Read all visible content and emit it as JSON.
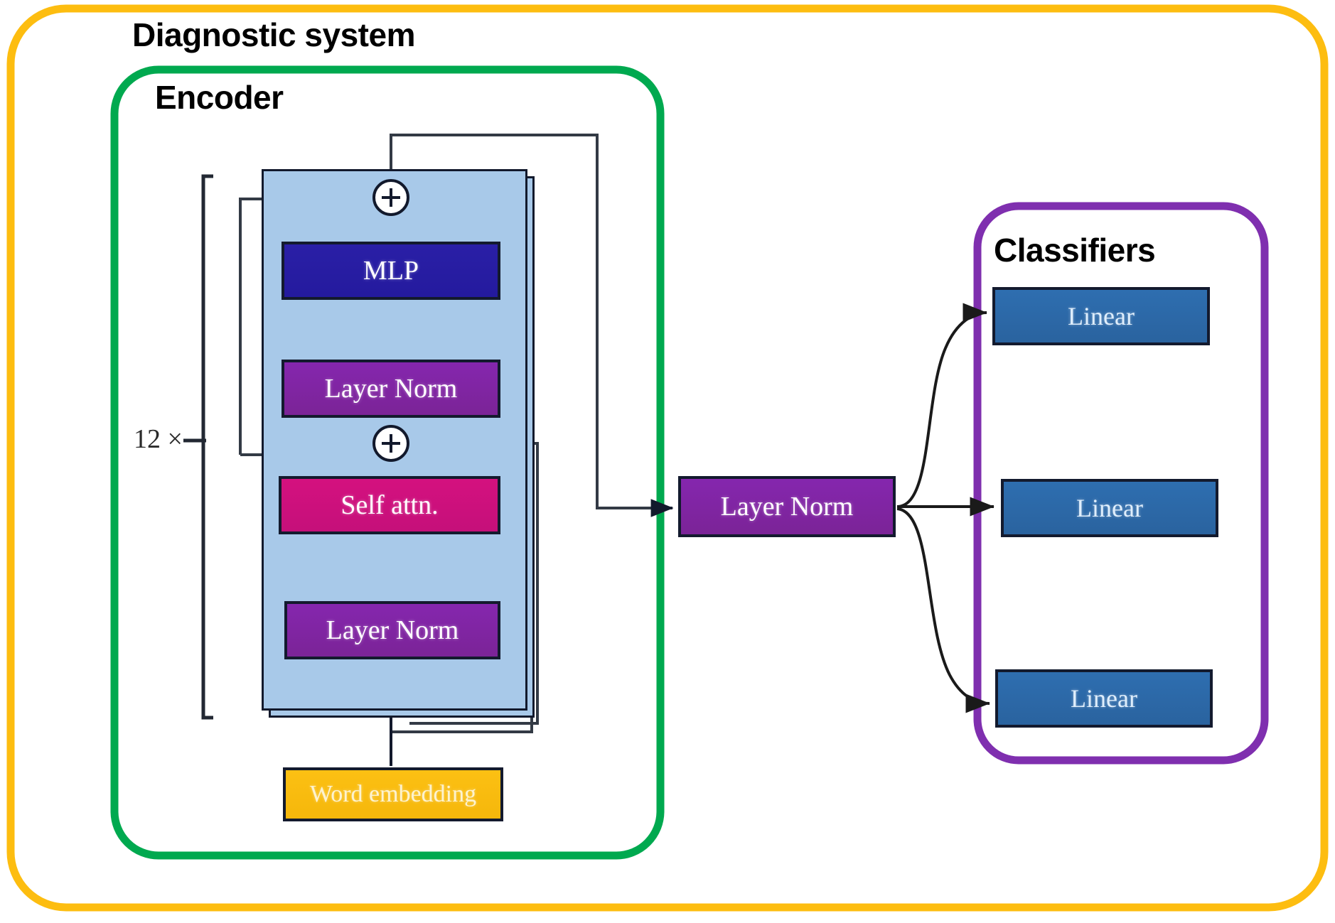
{
  "diagram": {
    "title": "Diagnostic system",
    "type": "architecture-block-diagram",
    "containers": [
      {
        "id": "diagnostic-system",
        "label": "Diagnostic system",
        "border_color": "#FDBD10",
        "shape": "rounded-rectangle"
      },
      {
        "id": "encoder",
        "label": "Encoder",
        "border_color": "#00A94F",
        "shape": "rounded-rectangle"
      },
      {
        "id": "classifiers",
        "label": "Classifiers",
        "border_color": "#7F2FAF",
        "shape": "rounded-rectangle"
      }
    ],
    "encoder": {
      "title": "Encoder",
      "repeat_label": "12 ×",
      "stack_background": "#A8C9E9",
      "blocks": [
        {
          "id": "mlp",
          "label": "MLP",
          "color": "#2A1FA6"
        },
        {
          "id": "layer-norm-top",
          "label": "Layer Norm",
          "color": "#8526AE"
        },
        {
          "id": "self-attn",
          "label": "Self attn.",
          "color": "#D4117F"
        },
        {
          "id": "layer-norm-bottom",
          "label": "Layer Norm",
          "color": "#8526AE"
        }
      ],
      "residual_nodes": [
        {
          "id": "add-top",
          "label": "+"
        },
        {
          "id": "add-mid",
          "label": "+"
        }
      ],
      "input": {
        "id": "word-embedding",
        "label": "Word embedding",
        "color": "#FCC013"
      }
    },
    "output_norm": {
      "id": "layer-norm-output",
      "label": "Layer Norm",
      "color": "#8526AE"
    },
    "classifiers": {
      "title": "Classifiers",
      "heads": [
        {
          "id": "linear-1",
          "label": "Linear",
          "color": "#2E6EB0"
        },
        {
          "id": "linear-2",
          "label": "Linear",
          "color": "#2E6EB0"
        },
        {
          "id": "linear-3",
          "label": "Linear",
          "color": "#2E6EB0"
        }
      ]
    }
  }
}
